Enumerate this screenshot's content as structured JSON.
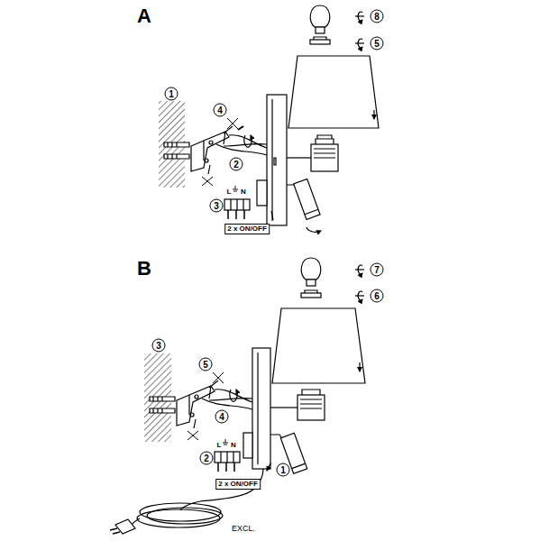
{
  "diagram": {
    "labels": [
      "A",
      "8",
      "5",
      "1",
      "4",
      "2",
      "3",
      "L",
      "N",
      "2 x ON/OFF",
      "B",
      "7",
      "6",
      "3",
      "5",
      "4",
      "2",
      "L",
      "N",
      "1",
      "2 x ON/OFF",
      "EXCL."
    ]
  }
}
